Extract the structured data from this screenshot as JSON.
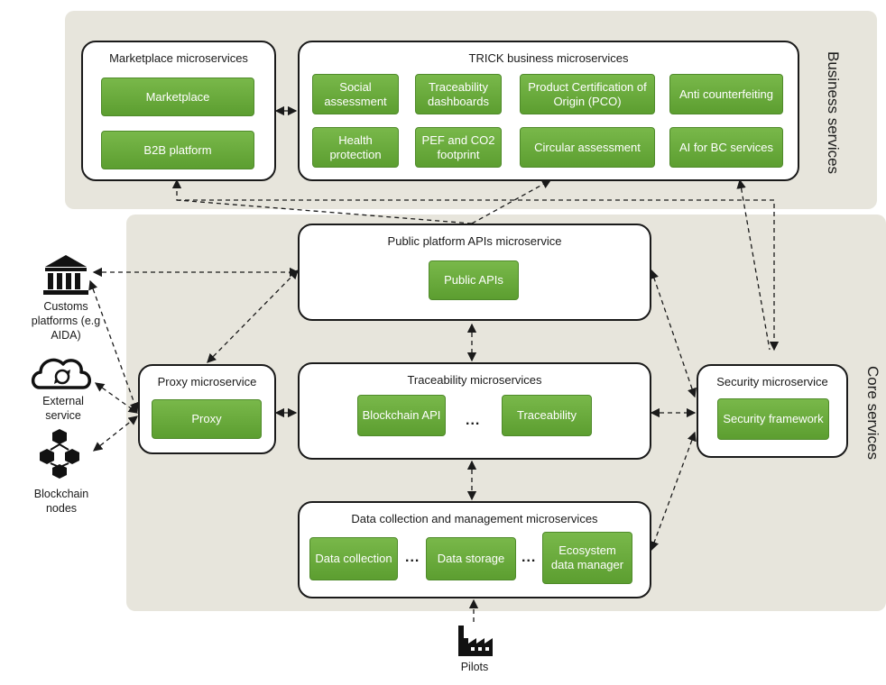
{
  "regions": {
    "business": "Business services",
    "core": "Core services"
  },
  "marketplace": {
    "title": "Marketplace microservices",
    "items": [
      "Marketplace",
      "B2B platform"
    ]
  },
  "trick": {
    "title": "TRICK business microservices",
    "items": [
      "Social assessment",
      "Traceability dashboards",
      "Product Certification of Origin (PCO)",
      "Anti counterfeiting",
      "Health protection",
      "PEF and CO2 footprint",
      "Circular assessment",
      "AI for BC services"
    ]
  },
  "public_api": {
    "title": "Public platform APIs microservice",
    "item": "Public APIs"
  },
  "proxy": {
    "title": "Proxy microservice",
    "item": "Proxy"
  },
  "traceability": {
    "title": "Traceability microservices",
    "items": [
      "Blockchain API",
      "Traceability"
    ],
    "dots": "..."
  },
  "security": {
    "title": "Security microservice",
    "item": "Security framework"
  },
  "data": {
    "title": "Data collection and management microservices",
    "items": [
      "Data collection",
      "Data storage",
      "Ecosystem data manager"
    ],
    "dots": "..."
  },
  "external": {
    "customs": "Customs platforms (e.g AIDA)",
    "external_service": "External service",
    "blockchain": "Blockchain nodes",
    "pilots": "Pilots"
  },
  "colors": {
    "service_green": "#6aab3d",
    "region_bg": "#e7e5dc"
  }
}
